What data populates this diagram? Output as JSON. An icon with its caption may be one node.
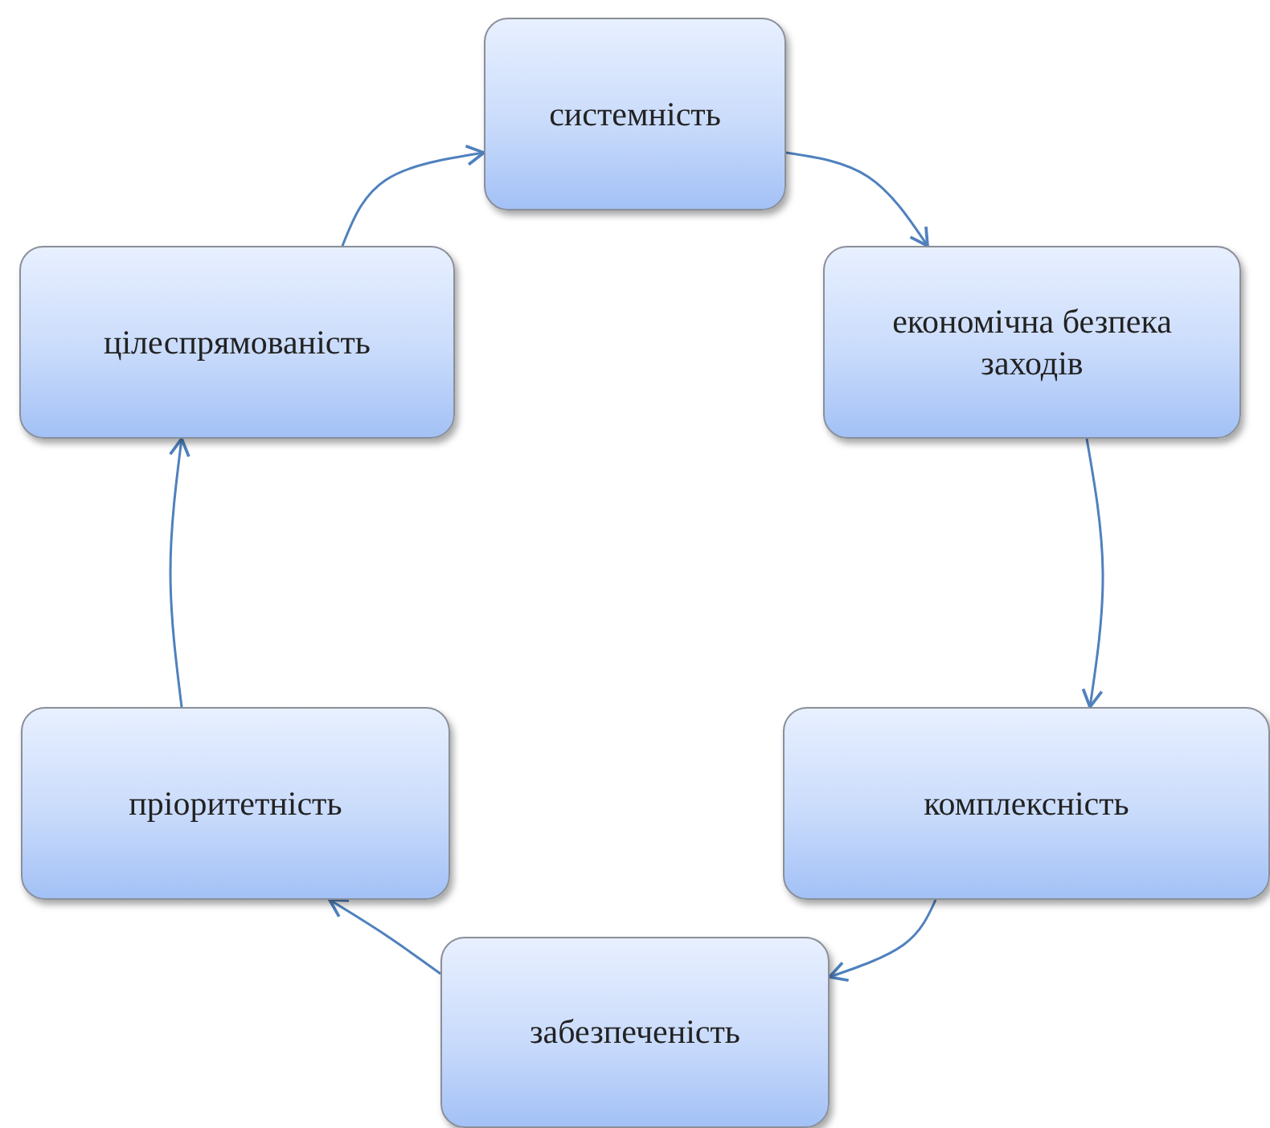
{
  "diagram": {
    "nodes": [
      {
        "text": [
          "системність"
        ]
      },
      {
        "text": [
          "економічна безпека заходів"
        ]
      },
      {
        "text": [
          "комплексність"
        ]
      },
      {
        "text": [
          "забезпеченість"
        ]
      },
      {
        "text": [
          "пріоритетність"
        ]
      },
      {
        "text": [
          "цілеспрямованість"
        ]
      }
    ],
    "edges": [
      {
        "from": 0,
        "to": 1,
        "arrow": "to"
      },
      {
        "from": 1,
        "to": 2,
        "arrow": "to"
      },
      {
        "from": 2,
        "to": 3,
        "arrow": "to"
      },
      {
        "from": 3,
        "to": 4,
        "arrow": "to"
      },
      {
        "from": 4,
        "to": 5,
        "arrow": "to"
      },
      {
        "from": 5,
        "to": 0,
        "arrow": "to"
      }
    ]
  }
}
